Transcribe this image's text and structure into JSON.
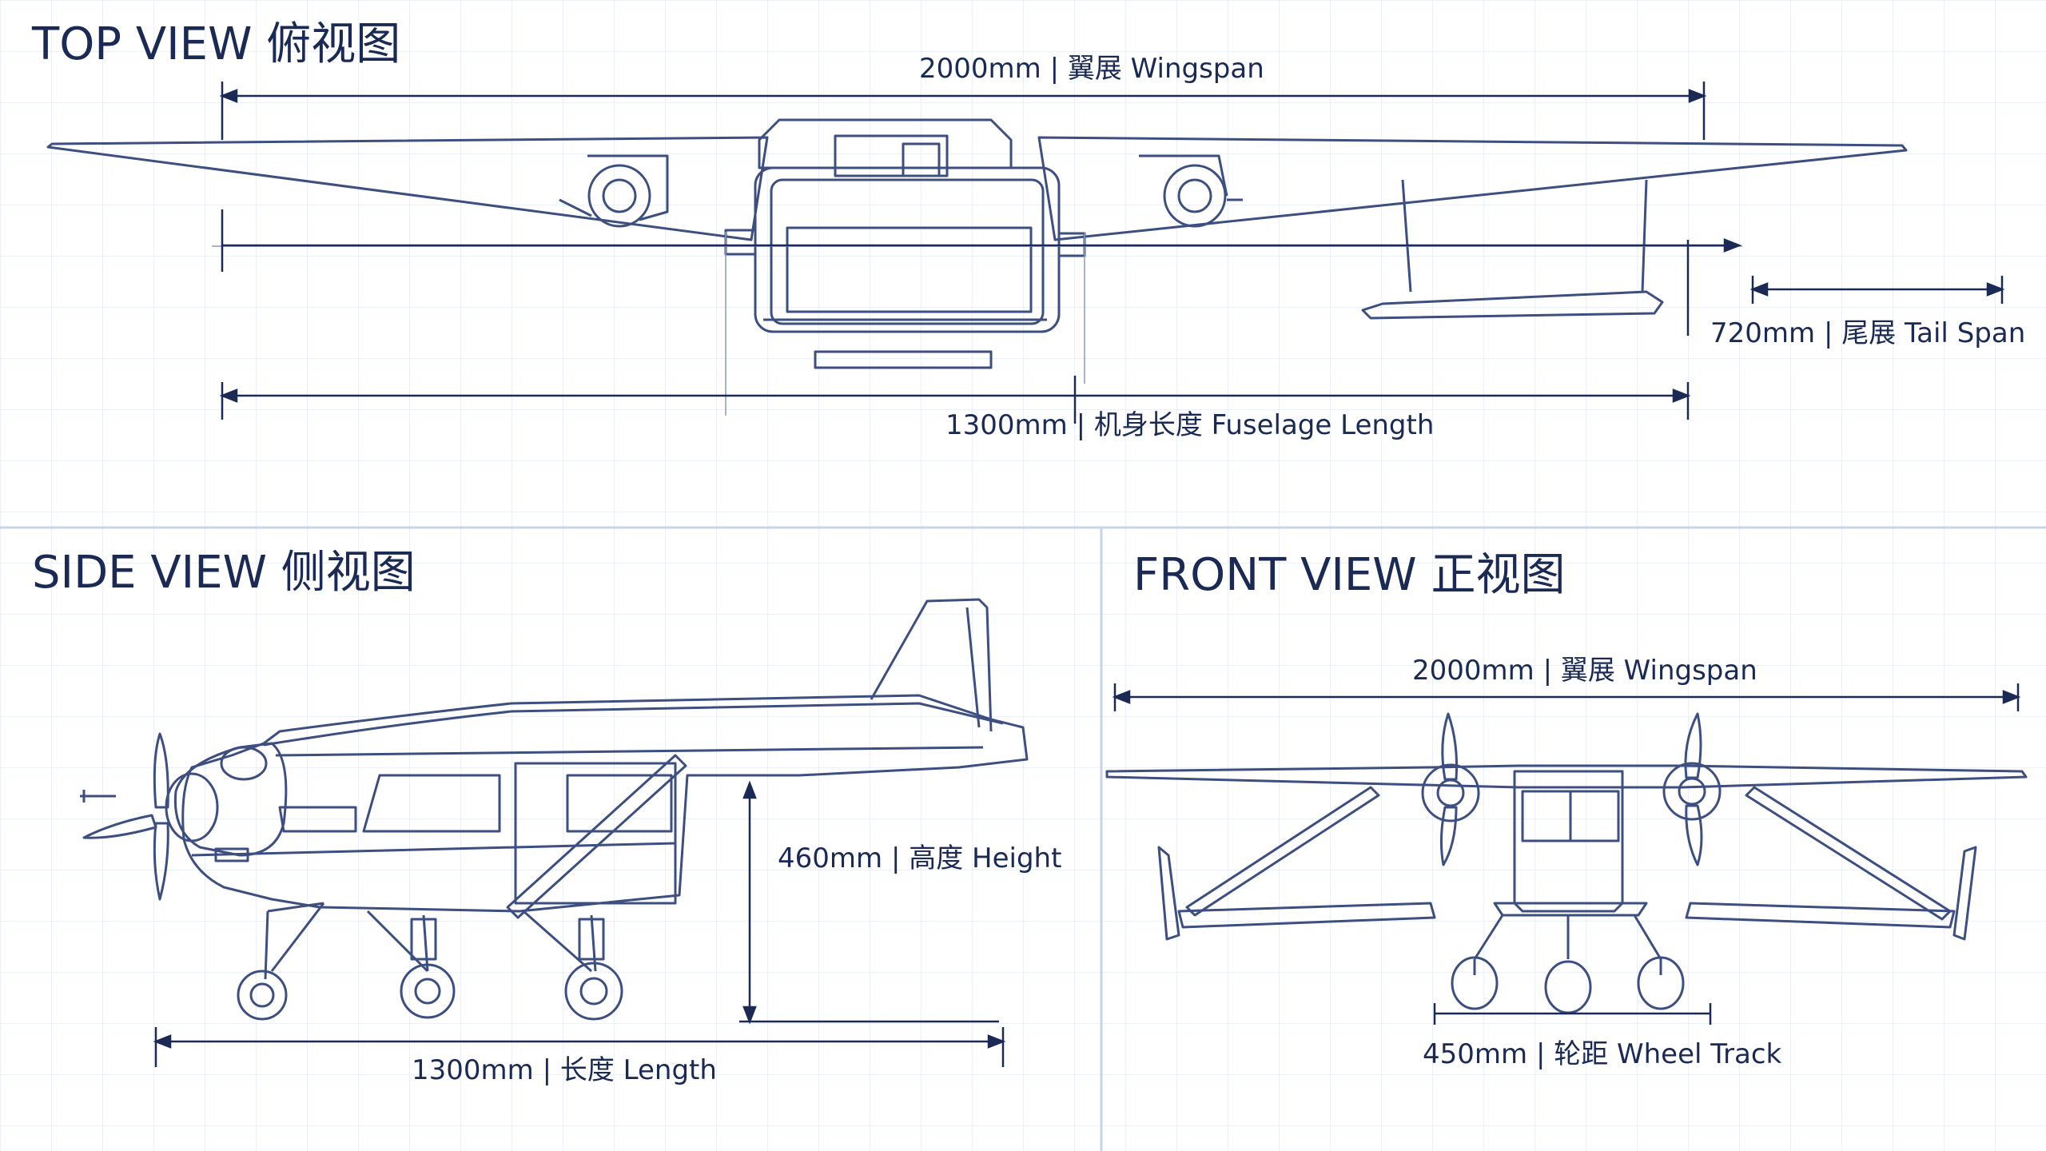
{
  "colors": {
    "ink": "#1a2a55",
    "line": "#3d4f80",
    "grid": "#e3ebf4",
    "divider": "#c7d5e6",
    "background": "#ffffff"
  },
  "top_view": {
    "title": "TOP VIEW 俯视图",
    "dimensions": {
      "wingspan": "2000mm | 翼展 Wingspan",
      "tail_span": "720mm | 尾展 Tail Span",
      "fuselage_length": "1300mm | 机身长度 Fuselage Length"
    }
  },
  "side_view": {
    "title": "SIDE VIEW 侧视图",
    "dimensions": {
      "height": "460mm | 高度 Height",
      "length": "1300mm | 长度 Length"
    }
  },
  "front_view": {
    "title": "FRONT VIEW 正视图",
    "dimensions": {
      "wingspan": "2000mm | 翼展 Wingspan",
      "wheel_track": "450mm | 轮距 Wheel Track"
    }
  }
}
